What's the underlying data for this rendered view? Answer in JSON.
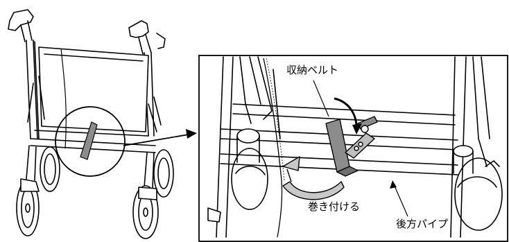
{
  "labels": {
    "storage_belt": "収納ベルト",
    "wrap_around": "巻き付ける",
    "rear_pipe": "後方パイプ"
  },
  "colors": {
    "line": "#000000",
    "background": "#ffffff",
    "belt_fill": "#8c8c8c",
    "arrow_fill": "#c8c8c8"
  },
  "icons": [
    "rollator-walker-illustration",
    "storage-belt-illustration",
    "wrap-arrow-icon",
    "callout-arrow-icon"
  ]
}
